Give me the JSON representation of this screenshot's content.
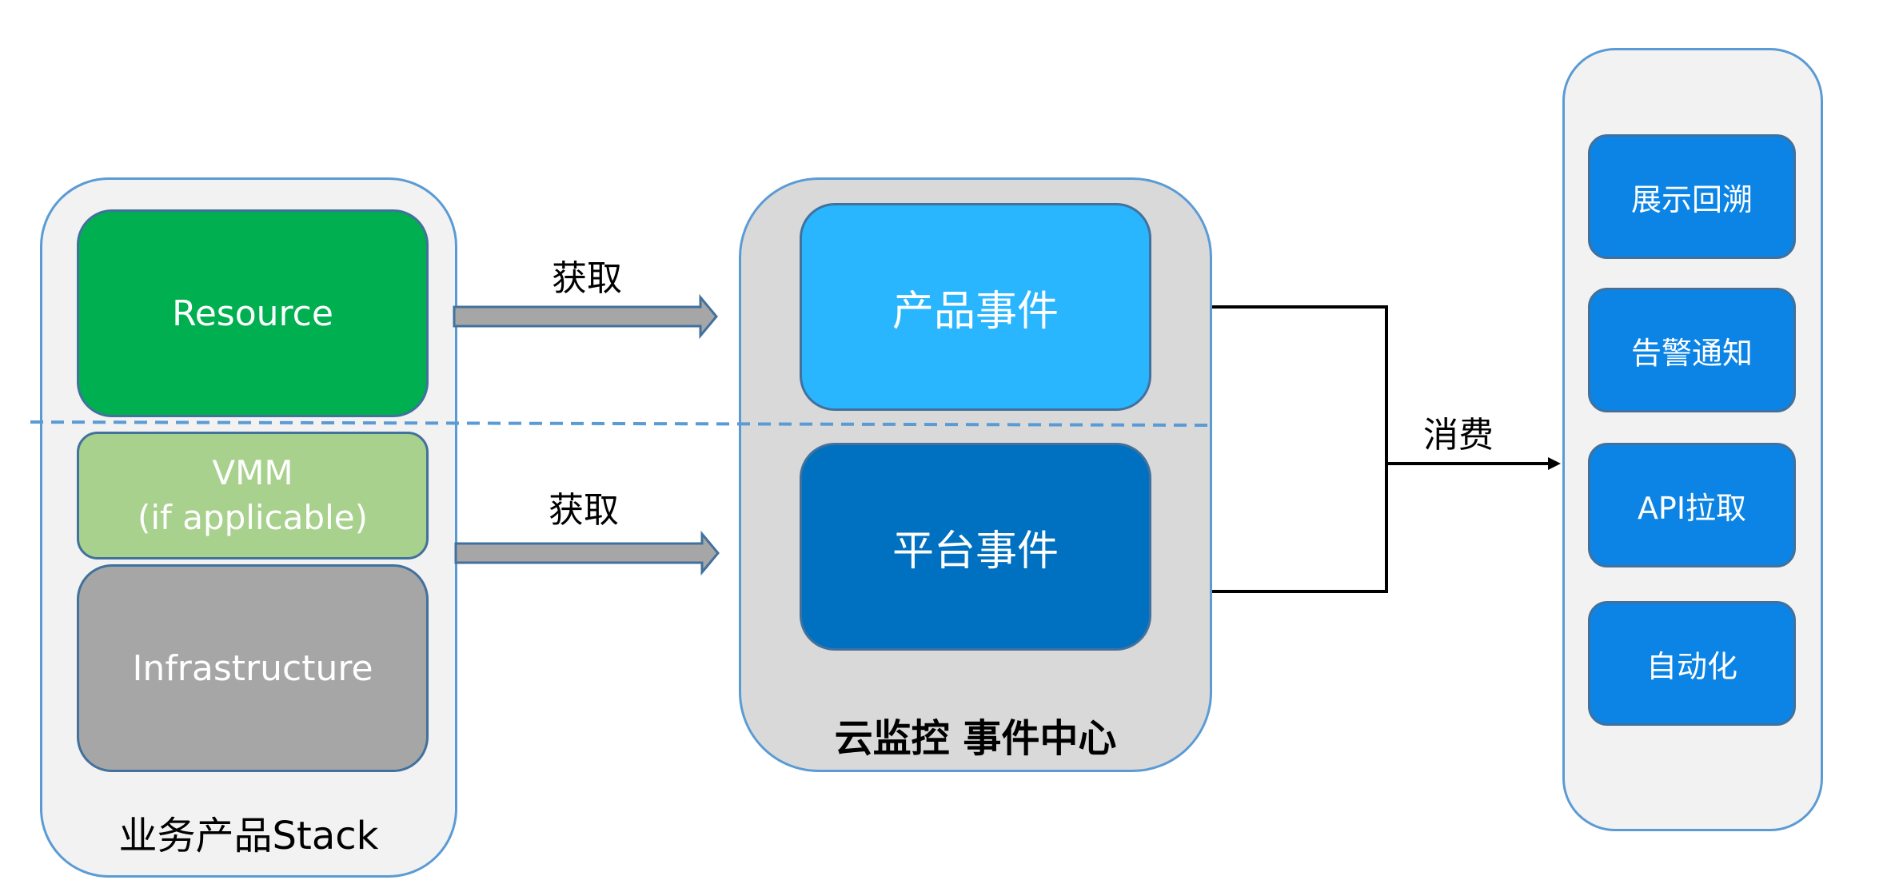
{
  "left_stack": {
    "caption": "业务产品Stack",
    "resource": "Resource",
    "vmm_line1": "VMM",
    "vmm_line2": "(if applicable)",
    "infrastructure": "Infrastructure"
  },
  "event_center": {
    "caption": "云监控 事件中心",
    "product_events": "产品事件",
    "platform_events": "平台事件"
  },
  "arrows": {
    "fetch_top": "获取",
    "fetch_bottom": "获取",
    "consume": "消费"
  },
  "consumers": {
    "items": [
      "展示回溯",
      "告警通知",
      "API拉取",
      "自动化"
    ]
  },
  "colors": {
    "panel_border": "#5b9bd5",
    "resource": "#00b050",
    "vmm": "#a9d18e",
    "infrastructure": "#a6a6a6",
    "product_events": "#29b6ff",
    "platform_events": "#0070c0",
    "consumer_box": "#0b84e5"
  }
}
